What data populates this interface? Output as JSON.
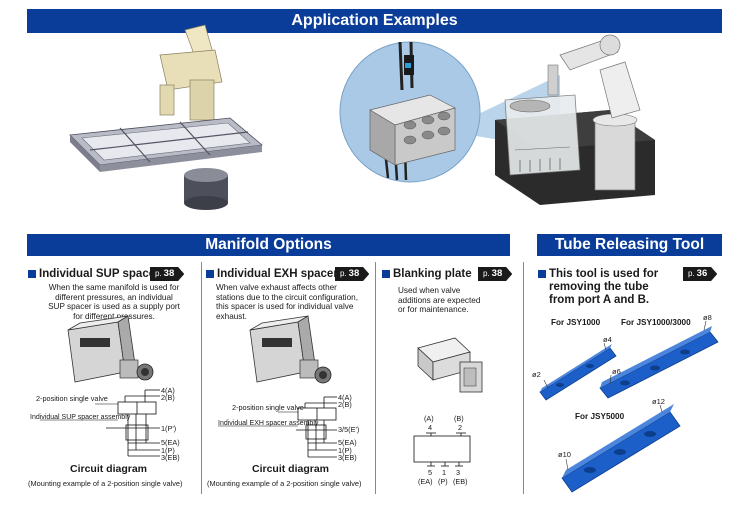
{
  "header": {
    "title": "Application Examples"
  },
  "manifold": {
    "title": "Manifold Options",
    "sup": {
      "heading": "Individual SUP spacer",
      "page_prefix": "p.",
      "page": "38",
      "desc": [
        "When the same manifold is used for",
        "different pressures, an individual",
        "SUP spacer is used as a supply port",
        "for different pressures."
      ],
      "valve_label": "2-position single valve",
      "assembly_label": "Individual SUP spacer assembly",
      "ports": [
        "4(A)",
        "2(B)",
        "1(P')",
        "5(EA)",
        "1(P)",
        "3(EB)"
      ],
      "caption": "Circuit diagram",
      "note": "(Mounting example of a 2-position single valve)"
    },
    "exh": {
      "heading": "Individual EXH spacer",
      "page_prefix": "p.",
      "page": "38",
      "desc": [
        "When valve exhaust affects other",
        "stations due to the circuit configuration,",
        "this spacer is used for individual valve",
        "exhaust."
      ],
      "valve_label": "2-position single valve",
      "assembly_label": "Individual EXH spacer assembly",
      "ports": [
        "4(A)",
        "2(B)",
        "3/5(E')",
        "5(EA)",
        "1(P)",
        "3(EB)"
      ],
      "caption": "Circuit diagram",
      "note": "(Mounting example of a 2-position single valve)"
    },
    "blank": {
      "heading": "Blanking plate",
      "page_prefix": "p.",
      "page": "38",
      "desc": [
        "Used when valve",
        "additions are expected",
        "or for maintenance."
      ],
      "top_ports": [
        "(A)",
        "(B)"
      ],
      "top_nums": [
        "4",
        "2"
      ],
      "bottom_nums": [
        "5",
        "1",
        "3"
      ],
      "bottom_ports": [
        "(EA)",
        "(P)",
        "(EB)"
      ]
    }
  },
  "tube_tool": {
    "title": "Tube Releasing Tool",
    "heading": [
      "This tool is used for",
      "removing the tube",
      "from port A and B."
    ],
    "page_prefix": "p.",
    "page": "36",
    "labels": {
      "jsy1000": "For JSY1000",
      "jsy1000_3000": "For JSY1000/3000",
      "jsy5000": "For JSY5000"
    },
    "dims": {
      "d2": "ø2",
      "d4": "ø4",
      "d6": "ø6",
      "d8": "ø8",
      "d10": "ø10",
      "d12": "ø12"
    }
  },
  "colors": {
    "band": "#0a3d99",
    "tool_blue": "#1d5fc8",
    "bubble": "#a9c9e6",
    "metal": "#c8c8c8"
  }
}
